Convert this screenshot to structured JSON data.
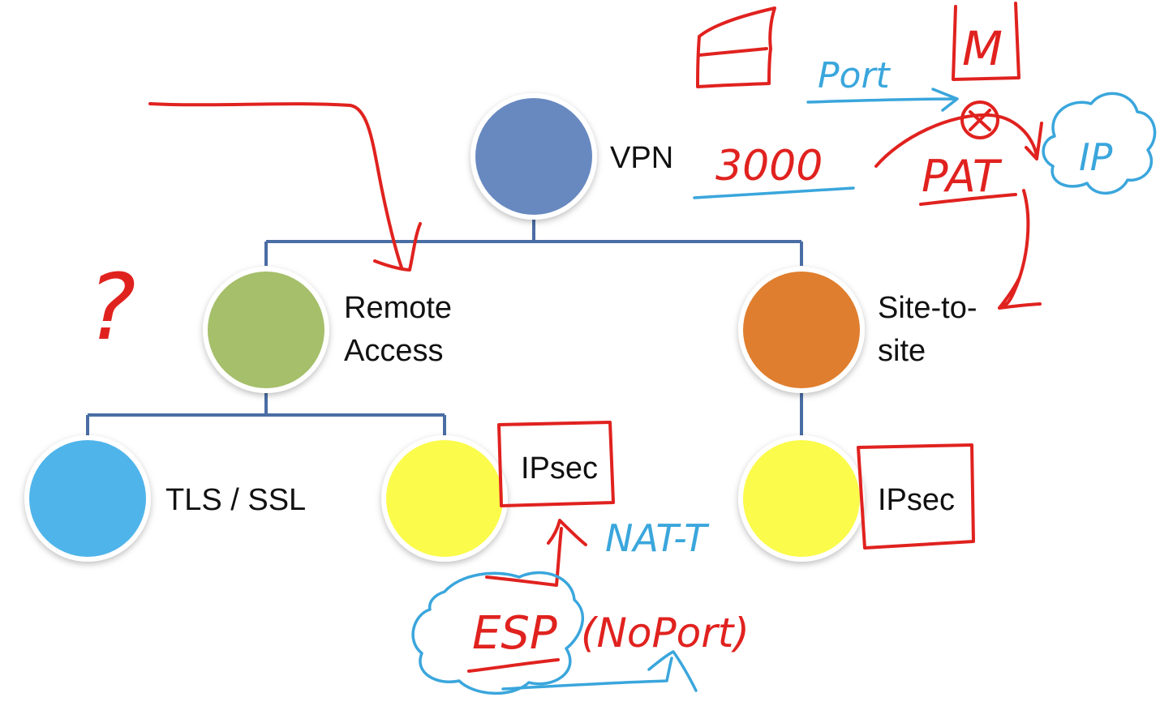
{
  "diagram": {
    "nodes": {
      "vpn": {
        "label": "VPN",
        "color": "#6889c0"
      },
      "remote_access": {
        "label_line1": "Remote",
        "label_line2": "Access",
        "color": "#a5bf6a"
      },
      "site_to_site": {
        "label_line1": "Site-to-",
        "label_line2": "site",
        "color": "#df7e2e"
      },
      "tls_ssl": {
        "label": "TLS / SSL",
        "color": "#4fb4ea"
      },
      "ipsec_remote": {
        "label": "IPsec",
        "color": "#fbfb4b"
      },
      "ipsec_site": {
        "label": "IPsec",
        "color": "#fbfb4b"
      }
    },
    "connector_color": "#4a6da4"
  },
  "annotations": {
    "question_mark": "?",
    "port_label": "Port",
    "number_3000": "3000",
    "pat_label": "PAT",
    "m_label": "M",
    "ip_label": "IP",
    "nat_t_label": "NAT-T",
    "esp_label": "ESP",
    "no_port_label": "(NoPort)",
    "red_color": "#e0221f",
    "blue_color": "#3aa6dc"
  }
}
